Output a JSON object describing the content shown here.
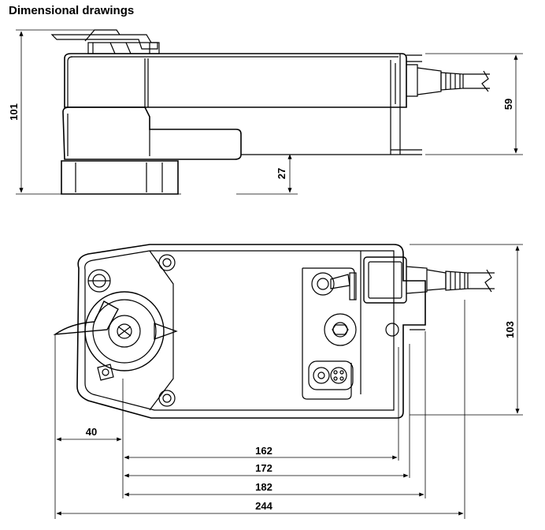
{
  "title": "Dimensional drawings",
  "side_view": {
    "dimensions": {
      "height": "101",
      "body_height": "59",
      "offset": "27"
    }
  },
  "top_view": {
    "dimensions": {
      "width": "103",
      "d1": "40",
      "d2": "162",
      "d3": "172",
      "d4": "182",
      "d5": "244"
    }
  },
  "colors": {
    "line": "#000000",
    "paper": "#ffffff",
    "body_fill": "#ffffff"
  }
}
